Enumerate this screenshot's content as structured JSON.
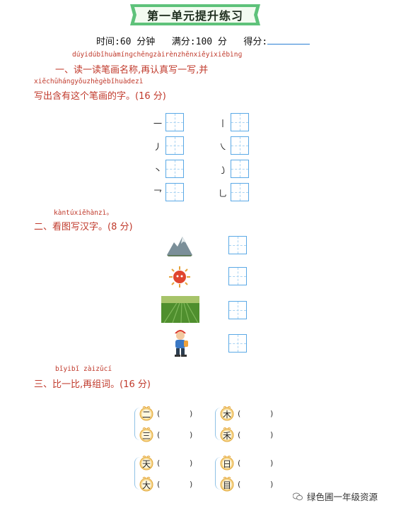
{
  "title": "第一单元提升练习",
  "header": {
    "time": "时间:60 分钟",
    "full": "满分:100 分",
    "score": "得分:"
  },
  "q1": {
    "pinyin1": "dúyidúbǐhuàmínɡchēnɡzàirènzhēnxiěyixiěbìnɡ",
    "text1": "一、读一读笔画名称,再认真写一写,并",
    "pinyin2": "xiěchūhánɡyǒuzhèɡèbǐhuàdezì",
    "text2": "写出含有这个笔画的字。(16 分)",
    "strokes_left": [
      "一",
      "丿",
      "丶",
      "乛"
    ],
    "strokes_right": [
      "丨",
      "㇏",
      "㇁",
      "乚"
    ]
  },
  "q2": {
    "pinyin": "kàntúxiěhànzì。",
    "text": "二、看图写汉字。(8 分)",
    "pictures": [
      "mountain-picture",
      "sun-picture",
      "field-picture",
      "person-picture"
    ]
  },
  "q3": {
    "pinyin": "bǐyibǐ zàizǔcí",
    "text": "三、比一比,再组词。(16 分)",
    "pairs": [
      [
        "二",
        "三"
      ],
      [
        "木",
        "禾"
      ],
      [
        "天",
        "大"
      ],
      [
        "日",
        "目"
      ]
    ],
    "paren_open": "(",
    "paren_close": ")"
  },
  "footer": {
    "wechat_label": "绿色圃一年级资源"
  },
  "colors": {
    "accent_red": "#c0392b",
    "grid_blue": "#5aa9e6",
    "banner_green": "#5ec27a"
  }
}
